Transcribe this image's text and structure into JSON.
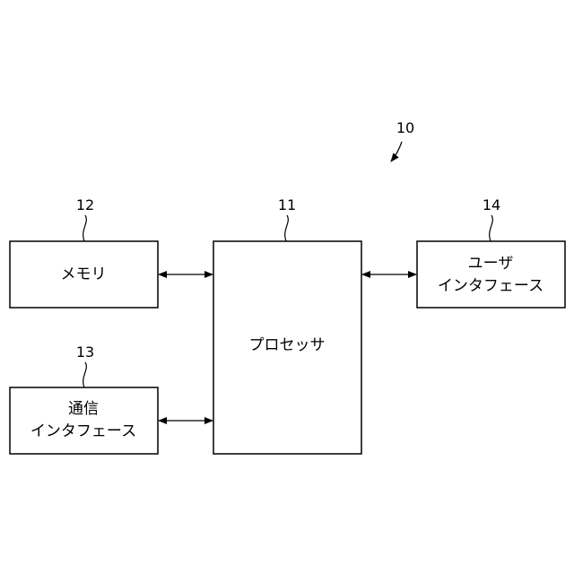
{
  "diagram": {
    "ref_number": "10",
    "blocks": {
      "processor": {
        "number": "11",
        "label_lines": [
          "プロセッサ"
        ]
      },
      "memory": {
        "number": "12",
        "label_lines": [
          "メモリ"
        ]
      },
      "comm_interface": {
        "number": "13",
        "label_lines": [
          "通信",
          "インタフェース"
        ]
      },
      "user_interface": {
        "number": "14",
        "label_lines": [
          "ユーザ",
          "インタフェース"
        ]
      }
    },
    "connections": [
      {
        "from": "memory",
        "to": "processor",
        "type": "bidirectional-arrow"
      },
      {
        "from": "comm_interface",
        "to": "processor",
        "type": "bidirectional-arrow"
      },
      {
        "from": "processor",
        "to": "user_interface",
        "type": "bidirectional-arrow"
      }
    ],
    "colors": {
      "line": "#000000",
      "background": "#ffffff"
    }
  }
}
